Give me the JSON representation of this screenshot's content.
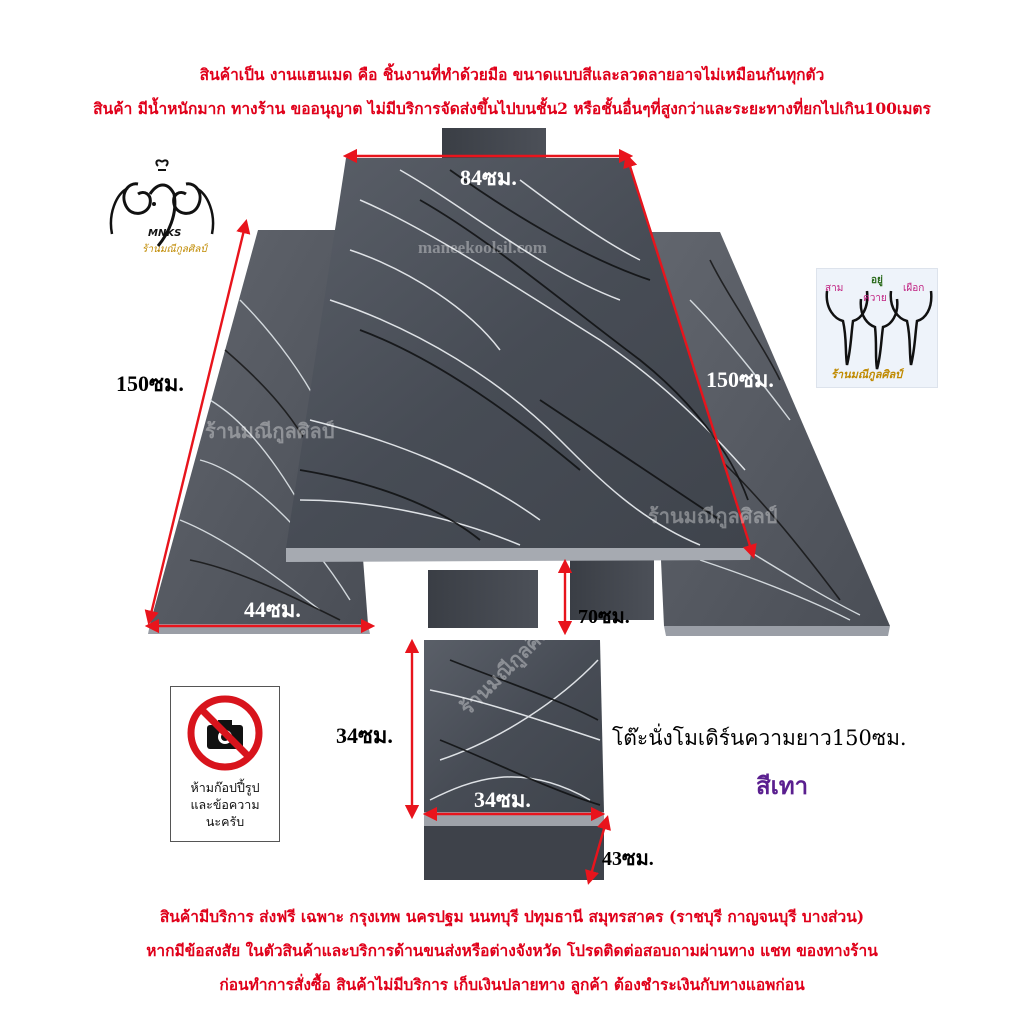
{
  "notices_top": [
    "สินค้าเป็น งานแฮนเมด คือ ชิ้นงานที่ทำด้วยมือ ขนาดแบบสีและลวดลายอาจไม่เหมือนกันทุกตัว",
    "สินค้า มีน้ำหนักมาก ทางร้าน ขออนุญาต ไม่มีบริการจัดส่งขึ้นไปบนชั้น2 หรือชั้นอื่นๆที่สูงกว่าและระยะทางที่ยกไปเกิน100เมตร"
  ],
  "notices_bottom": [
    "สินค้ามีบริการ ส่งฟรี เฉพาะ กรุงเทพ นครปฐม นนทบุรี ปทุมธานี สมุทรสาคร (ราชบุรี กาญจนบุรี บางส่วน)",
    "หากมีข้อสงสัย ในตัวสินค้าและบริการด้านขนส่งหรือต่างจังหวัด โปรดติดต่อสอบถามผ่านทาง แชท ของทางร้าน",
    "ก่อนทำการสั่งซื้อ สินค้าไม่มีบริการ เก็บเงินปลายทาง ลูกค้า ต้องชำระเงินกับทางแอพก่อน"
  ],
  "dimensions": {
    "table_width": "84ซม.",
    "left_bench_length": "150ซม.",
    "right_length": "150ซม.",
    "bench_width": "44ซม.",
    "table_height": "70ซม.",
    "stool_height": "34ซม.",
    "stool_width": "34ซม.",
    "stool_depth": "43ซม."
  },
  "product_caption": "โต๊ะนั่งโมเดิร์นความยาว150ซม.",
  "color_name": "สีเทา",
  "logo_left": {
    "text_en": "MNKS",
    "text_th": "ร้านมณีกูลศิลป์"
  },
  "logo_right": {
    "words": [
      "สาม",
      "อยู่",
      "ควาย",
      "เผือก"
    ],
    "shop": "ร้านมณีกูลศิลป์"
  },
  "watermarks": [
    "maneekoolsil.com",
    "ร้านมณีกูลศิลป์",
    "ร้านมณีกูลศิลป์",
    "ร้านมณีกูลศิลป์"
  ],
  "no_copy_sign": [
    "ห้ามก๊อปปี้รูป",
    "และข้อความ",
    "นะครับ"
  ],
  "colors": {
    "notice_red": "#e0001a",
    "arrow_red": "#e8141c",
    "slab_gray": "#4a4f58",
    "color_name": "#5a1f8f"
  }
}
